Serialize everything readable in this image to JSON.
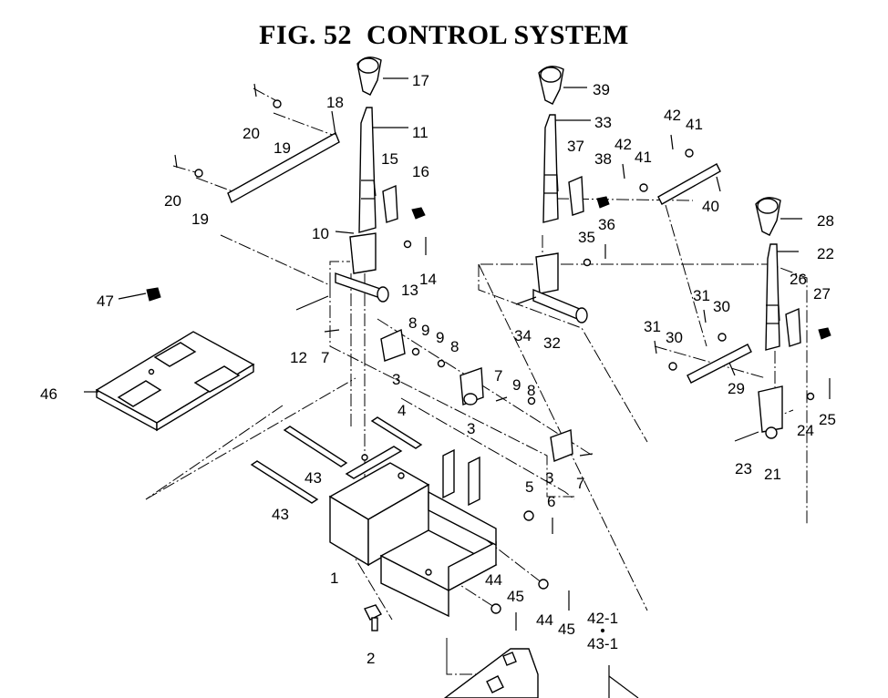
{
  "title": "FIG. 52  CONTROL SYSTEM",
  "labels": {
    "p1": "1",
    "p2": "2",
    "p3a": "3",
    "p3b": "3",
    "p3c": "3",
    "p4": "4",
    "p5": "5",
    "p6": "6",
    "p7a": "7",
    "p7b": "7",
    "p7c": "7",
    "p8a": "8",
    "p8b": "8",
    "p8c": "8",
    "p9a": "9",
    "p9b": "9",
    "p9c": "9",
    "p10": "10",
    "p11": "11",
    "p12": "12",
    "p13": "13",
    "p14": "14",
    "p15": "15",
    "p16": "16",
    "p17": "17",
    "p18": "18",
    "p19a": "19",
    "p19b": "19",
    "p20a": "20",
    "p20b": "20",
    "p21": "21",
    "p22": "22",
    "p23": "23",
    "p24": "24",
    "p25": "25",
    "p26": "26",
    "p27": "27",
    "p28": "28",
    "p29": "29",
    "p30a": "30",
    "p30b": "30",
    "p31a": "31",
    "p31b": "31",
    "p32": "32",
    "p33": "33",
    "p34": "34",
    "p35": "35",
    "p36": "36",
    "p37": "37",
    "p38": "38",
    "p39": "39",
    "p40": "40",
    "p41a": "41",
    "p41b": "41",
    "p42a": "42",
    "p42b": "42",
    "p43a": "43",
    "p43b": "43",
    "p44a": "44",
    "p44b": "44",
    "p45a": "45",
    "p45b": "45",
    "p46": "46",
    "p47": "47",
    "ref1": "42-1",
    "ref2": "43-1"
  }
}
